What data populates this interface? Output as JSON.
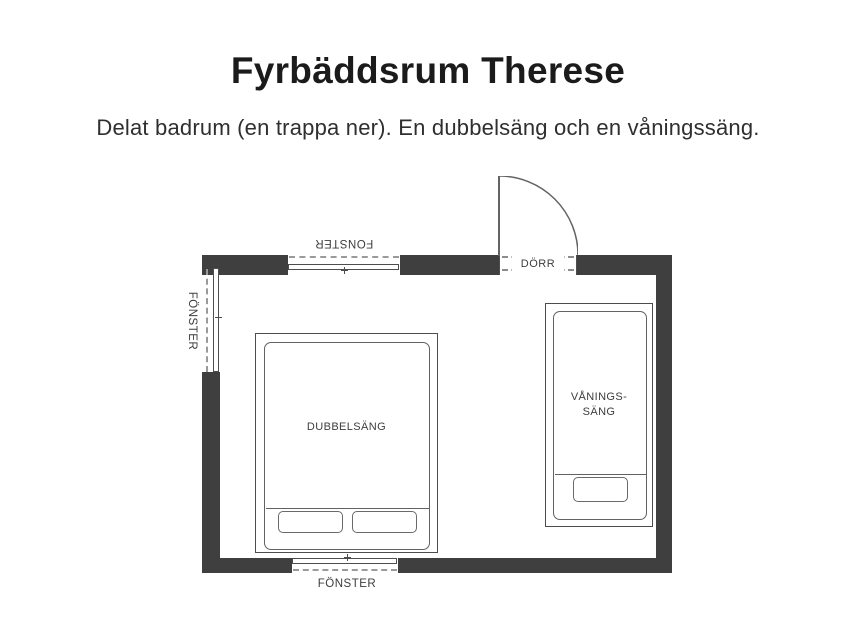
{
  "header": {
    "title": "Fyrbäddsrum Therese",
    "subtitle": "Delat badrum (en trappa ner). En dubbelsäng och en våningssäng."
  },
  "plan": {
    "labels": {
      "window_top": "FÖNSTER",
      "window_left": "FÖNSTER",
      "window_bottom": "FÖNSTER",
      "door": "DÖRR"
    },
    "furniture": {
      "double_bed": "DUBBELSÄNG",
      "bunk_bed_line1": "VÅNINGS-",
      "bunk_bed_line2": "SÄNG"
    },
    "colors": {
      "wall": "#3f3f3f",
      "outline": "#4d4d4d",
      "dashed": "#9a9a9a",
      "label_text": "#3d3d3d"
    }
  }
}
